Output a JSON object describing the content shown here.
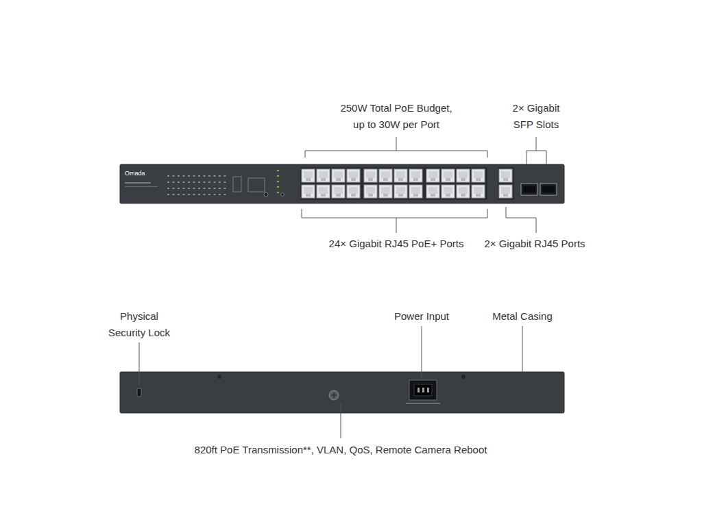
{
  "diagram": {
    "labels": [
      "250W Total PoE Budget, up to 30W per Port",
      "2× Gigabit SFP Slots",
      "24× Gigabit RJ45 PoE+ Ports",
      "2× Gigabit RJ45 Ports",
      "Physical Security Lock",
      "Power Input",
      "Metal Casing",
      "820ft PoE Transmission**, VLAN, QoS, Remote Camera Reboot",
      "Omada"
    ]
  }
}
